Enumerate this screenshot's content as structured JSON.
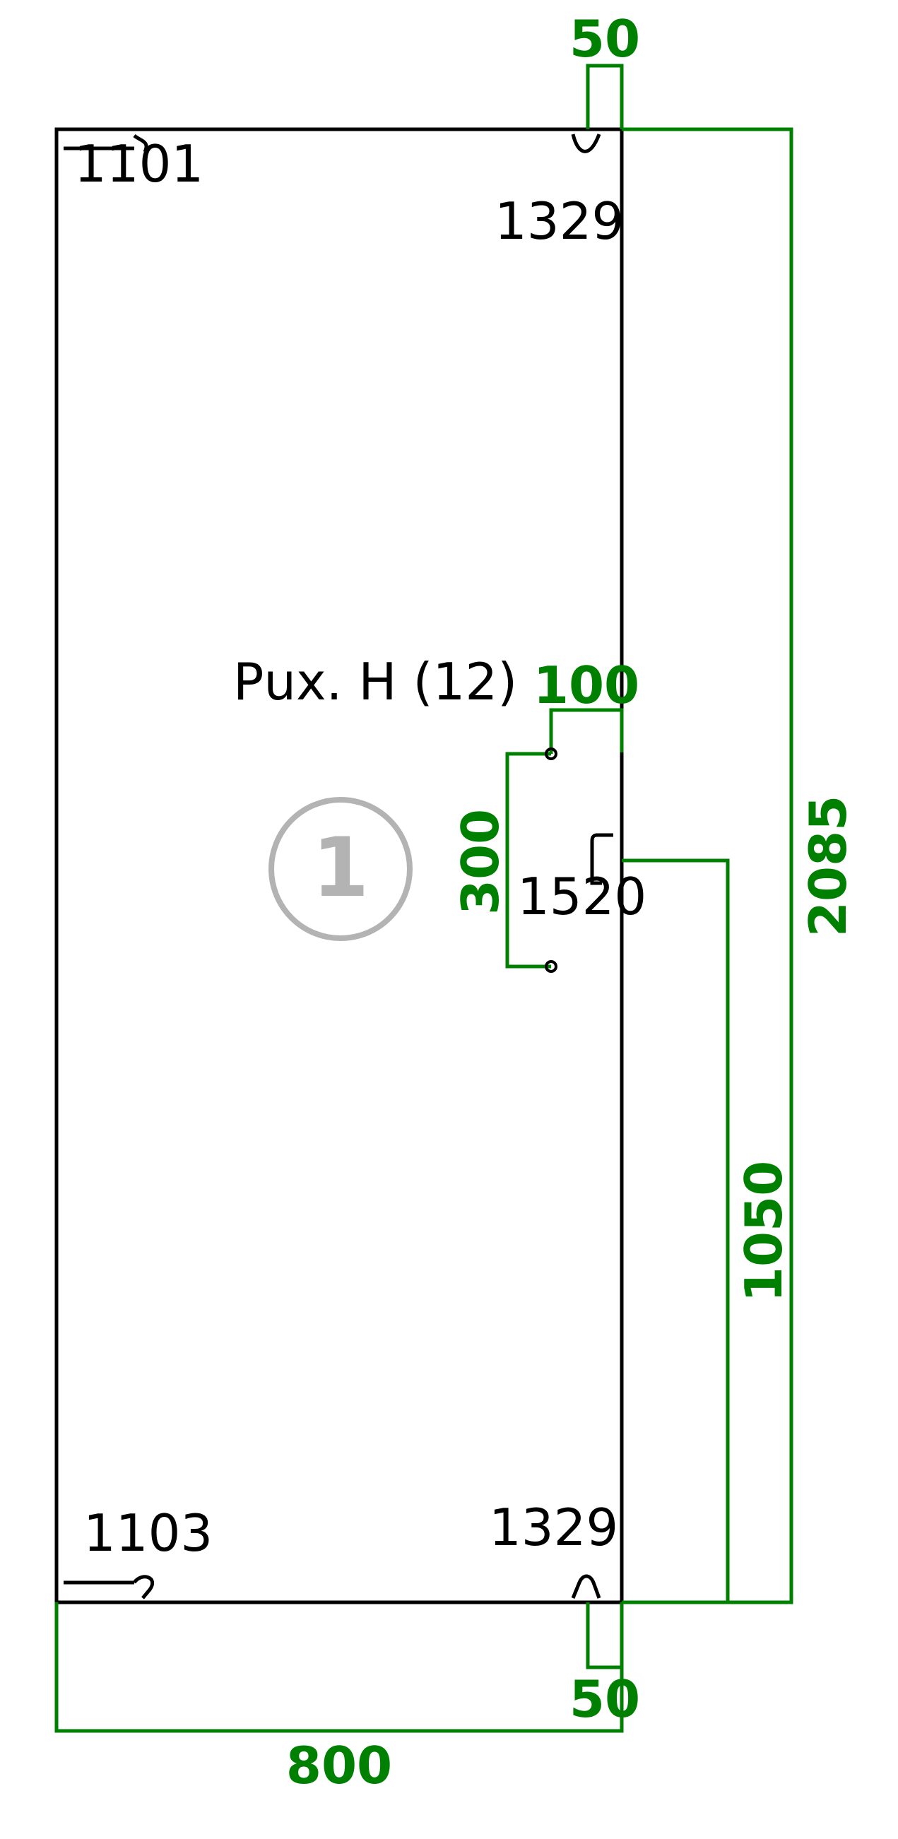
{
  "colors": {
    "outline": "#000000",
    "dimension": "#008000",
    "badge": "#b3b3b3"
  },
  "panel": {
    "label": "Рuх. Н (12)",
    "number": "1"
  },
  "edge_codes": {
    "top_left": "1101",
    "top_right": "1329",
    "bottom_left": "1103",
    "bottom_right": "1329",
    "handle": "1520"
  },
  "dimensions": {
    "width": "800",
    "height": "2085",
    "hinge_top_offset": "50",
    "hinge_bottom_offset": "50",
    "handle_edge_offset": "100",
    "handle_length": "300",
    "handle_height": "1050"
  }
}
